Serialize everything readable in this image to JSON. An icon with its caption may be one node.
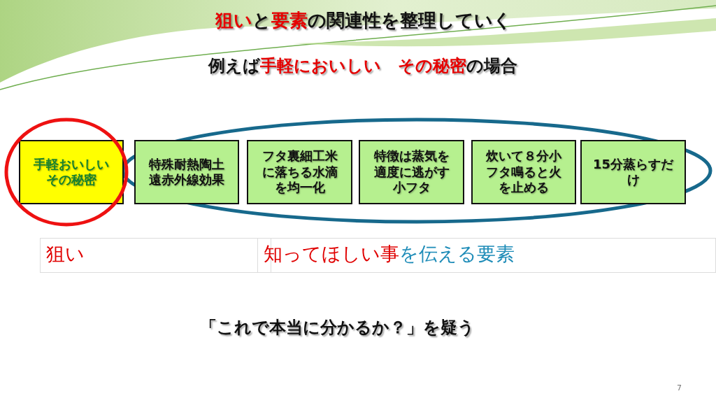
{
  "diagram": {
    "title": "**狙い**と**要素**の関連性を整理していく",
    "nodes": [
      {
        "text": [
          "手軽おいしいその秘密"
        ]
      },
      {
        "text": [
          "特殊耐熱陶土遠赤外線効果"
        ]
      },
      {
        "text": [
          "フタ裏細工米に落ちる水滴を均一化"
        ]
      },
      {
        "text": [
          "特徴は蒸気を適度に逃がす小フタ"
        ]
      },
      {
        "text": [
          "炊いて８分小フタ鳴ると火を止める"
        ]
      },
      {
        "text": [
          "15分蒸らすだけ"
        ]
      }
    ],
    "edges": [],
    "labels": [
      "例えば**手軽においしい　その秘密**の場合",
      "狙い",
      "**知ってほしい事**を伝える要素",
      "「これで本当に分かるか？」を疑う",
      "7"
    ]
  }
}
